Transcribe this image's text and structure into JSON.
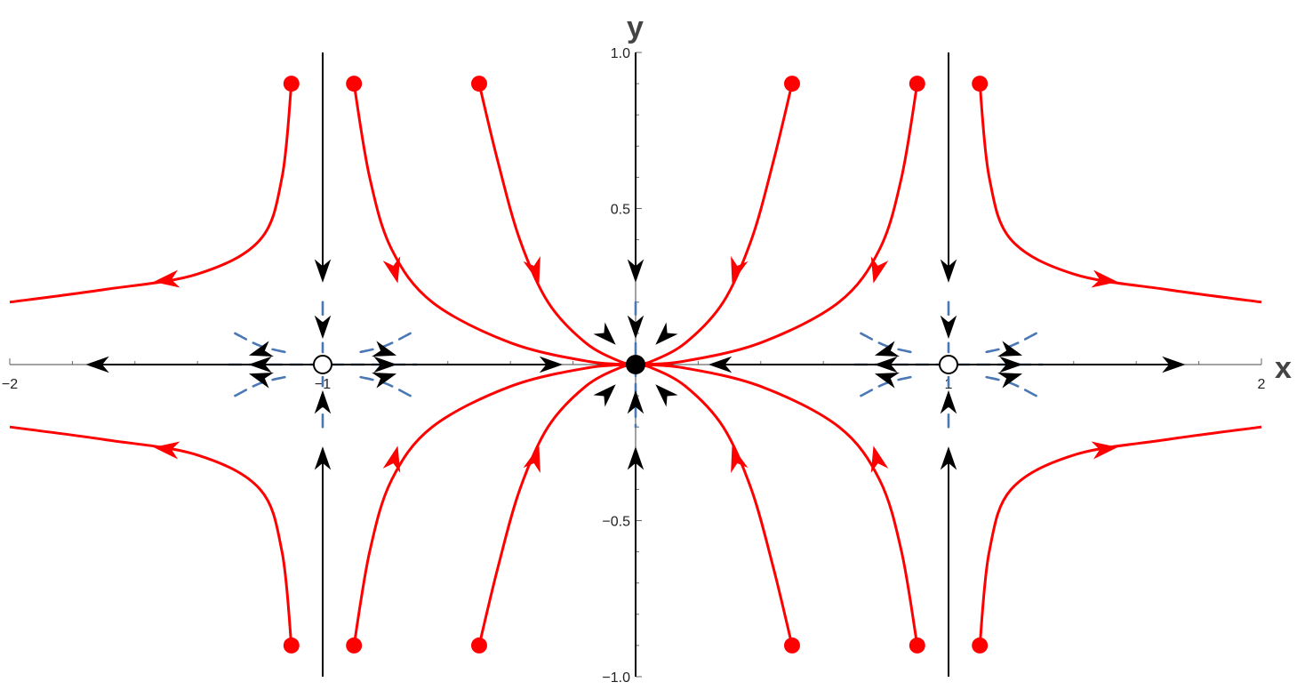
{
  "axes": {
    "x_label": "x",
    "y_label": "y",
    "xlim": [
      -2,
      2
    ],
    "ylim": [
      -1,
      1
    ],
    "x_ticks": [
      {
        "value": -2,
        "label": "−2"
      },
      {
        "value": -1,
        "label": "−1"
      },
      {
        "value": 1,
        "label": "1"
      },
      {
        "value": 2,
        "label": "2"
      }
    ],
    "y_ticks": [
      {
        "value": 1,
        "label": "1.0"
      },
      {
        "value": 0.5,
        "label": "0.5"
      },
      {
        "value": -0.5,
        "label": "−0.5"
      },
      {
        "value": -1,
        "label": "−1.0"
      }
    ]
  },
  "colors": {
    "trajectory": "#ff0000",
    "manifold": "#4a78b4",
    "axis": "#000000"
  },
  "chart_data": {
    "type": "phase-portrait",
    "equilibria": [
      {
        "x": 0,
        "y": 0,
        "kind": "stable",
        "fill": "filled"
      },
      {
        "x": -1,
        "y": 0,
        "kind": "saddle",
        "fill": "open"
      },
      {
        "x": 1,
        "y": 0,
        "kind": "saddle",
        "fill": "open"
      }
    ],
    "trajectories": [
      {
        "start": [
          -1.1,
          0.9
        ],
        "points": [
          [
            -1.1,
            0.9
          ],
          [
            -1.13,
            0.6
          ],
          [
            -1.2,
            0.4
          ],
          [
            -1.4,
            0.29
          ],
          [
            -1.7,
            0.24
          ],
          [
            -2.0,
            0.2
          ]
        ]
      },
      {
        "start": [
          -1.1,
          -0.9
        ],
        "points": [
          [
            -1.1,
            -0.9
          ],
          [
            -1.13,
            -0.6
          ],
          [
            -1.2,
            -0.4
          ],
          [
            -1.4,
            -0.29
          ],
          [
            -1.7,
            -0.24
          ],
          [
            -2.0,
            -0.2
          ]
        ]
      },
      {
        "start": [
          1.1,
          0.9
        ],
        "points": [
          [
            1.1,
            0.9
          ],
          [
            1.13,
            0.6
          ],
          [
            1.2,
            0.4
          ],
          [
            1.4,
            0.29
          ],
          [
            1.7,
            0.24
          ],
          [
            2.0,
            0.2
          ]
        ]
      },
      {
        "start": [
          1.1,
          -0.9
        ],
        "points": [
          [
            1.1,
            -0.9
          ],
          [
            1.13,
            -0.6
          ],
          [
            1.2,
            -0.4
          ],
          [
            1.4,
            -0.29
          ],
          [
            1.7,
            -0.24
          ],
          [
            2.0,
            -0.2
          ]
        ]
      },
      {
        "start": [
          -0.9,
          0.9
        ],
        "points": [
          [
            -0.9,
            0.9
          ],
          [
            -0.85,
            0.6
          ],
          [
            -0.78,
            0.37
          ],
          [
            -0.65,
            0.2
          ],
          [
            -0.4,
            0.07
          ],
          [
            -0.15,
            0.01
          ],
          [
            0,
            0
          ]
        ]
      },
      {
        "start": [
          -0.9,
          -0.9
        ],
        "points": [
          [
            -0.9,
            -0.9
          ],
          [
            -0.85,
            -0.6
          ],
          [
            -0.78,
            -0.37
          ],
          [
            -0.65,
            -0.2
          ],
          [
            -0.4,
            -0.07
          ],
          [
            -0.15,
            -0.01
          ],
          [
            0,
            0
          ]
        ]
      },
      {
        "start": [
          0.9,
          0.9
        ],
        "points": [
          [
            0.9,
            0.9
          ],
          [
            0.85,
            0.6
          ],
          [
            0.78,
            0.37
          ],
          [
            0.65,
            0.2
          ],
          [
            0.4,
            0.07
          ],
          [
            0.15,
            0.01
          ],
          [
            0,
            0
          ]
        ]
      },
      {
        "start": [
          0.9,
          -0.9
        ],
        "points": [
          [
            0.9,
            -0.9
          ],
          [
            0.85,
            -0.6
          ],
          [
            0.78,
            -0.37
          ],
          [
            0.65,
            -0.2
          ],
          [
            0.4,
            -0.07
          ],
          [
            0.15,
            -0.01
          ],
          [
            0,
            0
          ]
        ]
      },
      {
        "start": [
          -0.5,
          0.9
        ],
        "points": [
          [
            -0.5,
            0.9
          ],
          [
            -0.44,
            0.65
          ],
          [
            -0.37,
            0.4
          ],
          [
            -0.28,
            0.2
          ],
          [
            -0.16,
            0.07
          ],
          [
            -0.05,
            0.01
          ],
          [
            0,
            0
          ]
        ]
      },
      {
        "start": [
          -0.5,
          -0.9
        ],
        "points": [
          [
            -0.5,
            -0.9
          ],
          [
            -0.44,
            -0.65
          ],
          [
            -0.37,
            -0.4
          ],
          [
            -0.28,
            -0.2
          ],
          [
            -0.16,
            -0.07
          ],
          [
            -0.05,
            -0.01
          ],
          [
            0,
            0
          ]
        ]
      },
      {
        "start": [
          0.5,
          0.9
        ],
        "points": [
          [
            0.5,
            0.9
          ],
          [
            0.44,
            0.65
          ],
          [
            0.37,
            0.4
          ],
          [
            0.28,
            0.2
          ],
          [
            0.16,
            0.07
          ],
          [
            0.05,
            0.01
          ],
          [
            0,
            0
          ]
        ]
      },
      {
        "start": [
          0.5,
          -0.9
        ],
        "points": [
          [
            0.5,
            -0.9
          ],
          [
            0.44,
            -0.65
          ],
          [
            0.37,
            -0.4
          ],
          [
            0.28,
            -0.2
          ],
          [
            0.16,
            -0.07
          ],
          [
            0.05,
            -0.01
          ],
          [
            0,
            0
          ]
        ]
      }
    ],
    "trajectory_arrows": [
      {
        "at": [
          -1.5,
          0.27
        ],
        "dir": [
          -1,
          -0.12
        ]
      },
      {
        "at": [
          -1.5,
          -0.27
        ],
        "dir": [
          -1,
          0.12
        ]
      },
      {
        "at": [
          1.5,
          0.27
        ],
        "dir": [
          1,
          -0.12
        ]
      },
      {
        "at": [
          1.5,
          -0.27
        ],
        "dir": [
          1,
          0.12
        ]
      },
      {
        "at": [
          -0.77,
          0.3
        ],
        "dir": [
          0.25,
          -1
        ]
      },
      {
        "at": [
          -0.77,
          -0.3
        ],
        "dir": [
          0.25,
          1
        ]
      },
      {
        "at": [
          0.77,
          0.3
        ],
        "dir": [
          -0.25,
          -1
        ]
      },
      {
        "at": [
          0.77,
          -0.3
        ],
        "dir": [
          -0.25,
          1
        ]
      },
      {
        "at": [
          -0.32,
          0.3
        ],
        "dir": [
          0.3,
          -1
        ]
      },
      {
        "at": [
          -0.32,
          -0.3
        ],
        "dir": [
          0.3,
          1
        ]
      },
      {
        "at": [
          0.32,
          0.3
        ],
        "dir": [
          -0.3,
          -1
        ]
      },
      {
        "at": [
          0.32,
          -0.3
        ],
        "dir": [
          -0.3,
          1
        ]
      }
    ],
    "axis_segments": [
      {
        "from": [
          -1,
          1.0
        ],
        "to": [
          -1,
          0.3
        ]
      },
      {
        "from": [
          -1,
          -1.0
        ],
        "to": [
          -1,
          -0.3
        ]
      },
      {
        "from": [
          1,
          1.0
        ],
        "to": [
          1,
          0.3
        ]
      },
      {
        "from": [
          1,
          -1.0
        ],
        "to": [
          1,
          -0.3
        ]
      },
      {
        "from": [
          0,
          1.0
        ],
        "to": [
          0,
          0.3
        ]
      },
      {
        "from": [
          0,
          -1.0
        ],
        "to": [
          0,
          -0.3
        ]
      },
      {
        "from": [
          -0.62,
          0
        ],
        "to": [
          -1.72,
          0
        ]
      },
      {
        "from": [
          -0.62,
          0
        ],
        "to": [
          -0.27,
          0
        ]
      },
      {
        "from": [
          0.62,
          0
        ],
        "to": [
          1.72,
          0
        ]
      },
      {
        "from": [
          0.62,
          0
        ],
        "to": [
          0.27,
          0
        ]
      }
    ],
    "manifolds": [
      {
        "points": [
          [
            -1.28,
            0.1
          ],
          [
            -1.2,
            0.06
          ],
          [
            -1.12,
            0.04
          ]
        ]
      },
      {
        "points": [
          [
            -1.28,
            -0.1
          ],
          [
            -1.2,
            -0.06
          ],
          [
            -1.12,
            -0.04
          ]
        ]
      },
      {
        "points": [
          [
            -0.72,
            0.1
          ],
          [
            -0.8,
            0.06
          ],
          [
            -0.88,
            0.04
          ]
        ]
      },
      {
        "points": [
          [
            -0.72,
            -0.1
          ],
          [
            -0.8,
            -0.06
          ],
          [
            -0.88,
            -0.04
          ]
        ]
      },
      {
        "points": [
          [
            1.28,
            0.1
          ],
          [
            1.2,
            0.06
          ],
          [
            1.12,
            0.04
          ]
        ]
      },
      {
        "points": [
          [
            1.28,
            -0.1
          ],
          [
            1.2,
            -0.06
          ],
          [
            1.12,
            -0.04
          ]
        ]
      },
      {
        "points": [
          [
            0.72,
            0.1
          ],
          [
            0.8,
            0.06
          ],
          [
            0.88,
            0.04
          ]
        ]
      },
      {
        "points": [
          [
            0.72,
            -0.1
          ],
          [
            0.8,
            -0.06
          ],
          [
            0.88,
            -0.04
          ]
        ]
      },
      {
        "points": [
          [
            -1.3,
            0
          ],
          [
            -0.7,
            0
          ]
        ]
      },
      {
        "points": [
          [
            0.7,
            0
          ],
          [
            1.3,
            0
          ]
        ]
      },
      {
        "points": [
          [
            -1,
            0.2
          ],
          [
            -1,
            0.04
          ]
        ]
      },
      {
        "points": [
          [
            -1,
            -0.2
          ],
          [
            -1,
            -0.04
          ]
        ]
      },
      {
        "points": [
          [
            1,
            0.2
          ],
          [
            1,
            0.04
          ]
        ]
      },
      {
        "points": [
          [
            1,
            -0.2
          ],
          [
            1,
            -0.04
          ]
        ]
      },
      {
        "points": [
          [
            0,
            0.2
          ],
          [
            0,
            -0.2
          ]
        ]
      }
    ],
    "local_arrows": [
      {
        "at": [
          -1.2,
          0.04
        ],
        "dir": [
          -1,
          -0.3
        ]
      },
      {
        "at": [
          -1.2,
          0
        ],
        "dir": [
          -1,
          0
        ]
      },
      {
        "at": [
          -1.2,
          -0.04
        ],
        "dir": [
          -1,
          0.3
        ]
      },
      {
        "at": [
          -0.8,
          0.04
        ],
        "dir": [
          1,
          -0.3
        ]
      },
      {
        "at": [
          -0.8,
          0
        ],
        "dir": [
          1,
          0
        ]
      },
      {
        "at": [
          -0.8,
          -0.04
        ],
        "dir": [
          1,
          0.3
        ]
      },
      {
        "at": [
          1.2,
          0.04
        ],
        "dir": [
          1,
          -0.3
        ]
      },
      {
        "at": [
          1.2,
          0
        ],
        "dir": [
          1,
          0
        ]
      },
      {
        "at": [
          1.2,
          -0.04
        ],
        "dir": [
          1,
          0.3
        ]
      },
      {
        "at": [
          0.8,
          0.04
        ],
        "dir": [
          -1,
          -0.3
        ]
      },
      {
        "at": [
          0.8,
          0
        ],
        "dir": [
          -1,
          0
        ]
      },
      {
        "at": [
          0.8,
          -0.04
        ],
        "dir": [
          -1,
          0.3
        ]
      },
      {
        "at": [
          -1,
          0.12
        ],
        "dir": [
          0,
          -1
        ]
      },
      {
        "at": [
          -1,
          -0.12
        ],
        "dir": [
          0,
          1
        ]
      },
      {
        "at": [
          1,
          0.12
        ],
        "dir": [
          0,
          -1
        ]
      },
      {
        "at": [
          1,
          -0.12
        ],
        "dir": [
          0,
          1
        ]
      },
      {
        "at": [
          0,
          0.12
        ],
        "dir": [
          0,
          -1
        ]
      },
      {
        "at": [
          0,
          -0.12
        ],
        "dir": [
          0,
          1
        ]
      },
      {
        "at": [
          -0.09,
          0.09
        ],
        "dir": [
          0.7,
          -0.7
        ]
      },
      {
        "at": [
          0.09,
          0.09
        ],
        "dir": [
          -0.7,
          -0.7
        ]
      },
      {
        "at": [
          -0.09,
          -0.09
        ],
        "dir": [
          0.7,
          0.7
        ]
      },
      {
        "at": [
          0.09,
          -0.09
        ],
        "dir": [
          -0.7,
          0.7
        ]
      }
    ]
  }
}
